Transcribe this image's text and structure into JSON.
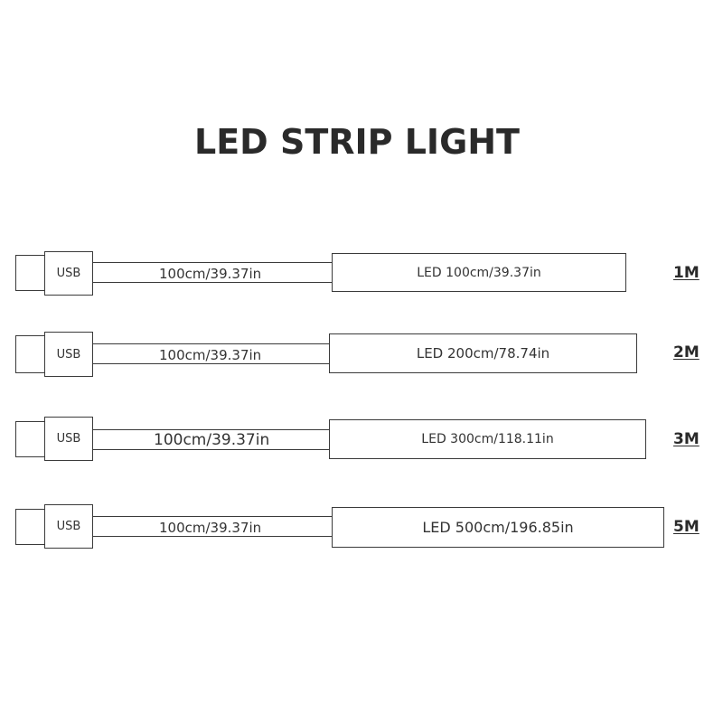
{
  "title": "LED STRIP LIGHT",
  "rows": [
    {
      "usb_label": "USB",
      "cable_label": "100cm/39.37in",
      "strip_label": "LED 100cm/39.37in",
      "size_label": "1M"
    },
    {
      "usb_label": "USB",
      "cable_label": "100cm/39.37in",
      "strip_label": "LED 200cm/78.74in",
      "size_label": "2M"
    },
    {
      "usb_label": "USB",
      "cable_label": "100cm/39.37in",
      "strip_label": "LED 300cm/118.11in",
      "size_label": "3M"
    },
    {
      "usb_label": "USB",
      "cable_label": "100cm/39.37in",
      "strip_label": "LED 500cm/196.85in",
      "size_label": "5M"
    }
  ]
}
